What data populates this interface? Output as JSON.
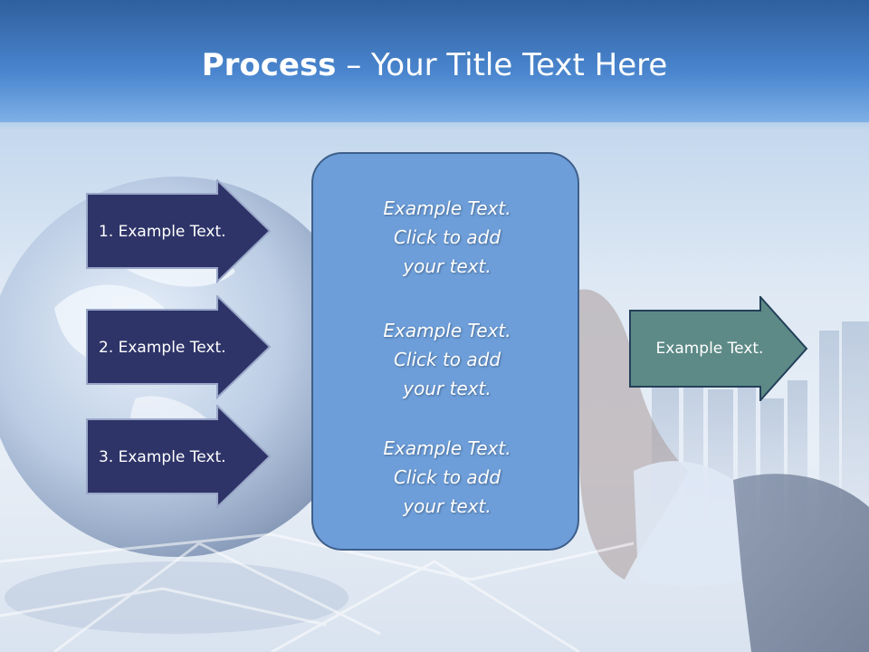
{
  "slide": {
    "title_bold": "Process",
    "title_rest": " – Your Title Text Here",
    "steps": [
      {
        "label": "1. Example Text."
      },
      {
        "label": "2. Example Text."
      },
      {
        "label": "3. Example Text."
      }
    ],
    "center_blocks": [
      {
        "line1": "Example Text.",
        "line2": "Click  to add",
        "line3": "your text."
      },
      {
        "line1": "Example Text.",
        "line2": "Click  to add",
        "line3": "your text."
      },
      {
        "line1": "Example Text.",
        "line2": "Click  to add",
        "line3": "your text."
      }
    ],
    "result_label": "Example Text."
  },
  "colors": {
    "step_fill": "#2e3468",
    "step_border": "#9aa7c8",
    "center_fill": "#6d9ed9",
    "center_border": "#3e5f8a",
    "result_fill": "#5d8a86",
    "result_border": "#24405a"
  }
}
